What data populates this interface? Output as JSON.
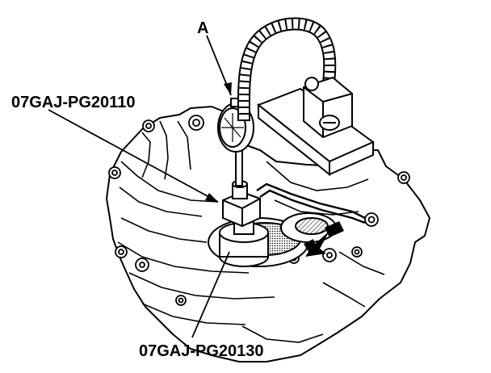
{
  "labels": {
    "gauge": "A",
    "tool_upper": "07GAJ-PG20110",
    "tool_lower": "07GAJ-PG20130"
  },
  "icons": {
    "dial_indicator": "dial-indicator-icon",
    "magnetic_base": "magnetic-base-icon",
    "direction_arrow": "arrow-icon"
  },
  "colors": {
    "line": "#000000",
    "background": "#ffffff",
    "shade": "#9a9a9a"
  }
}
